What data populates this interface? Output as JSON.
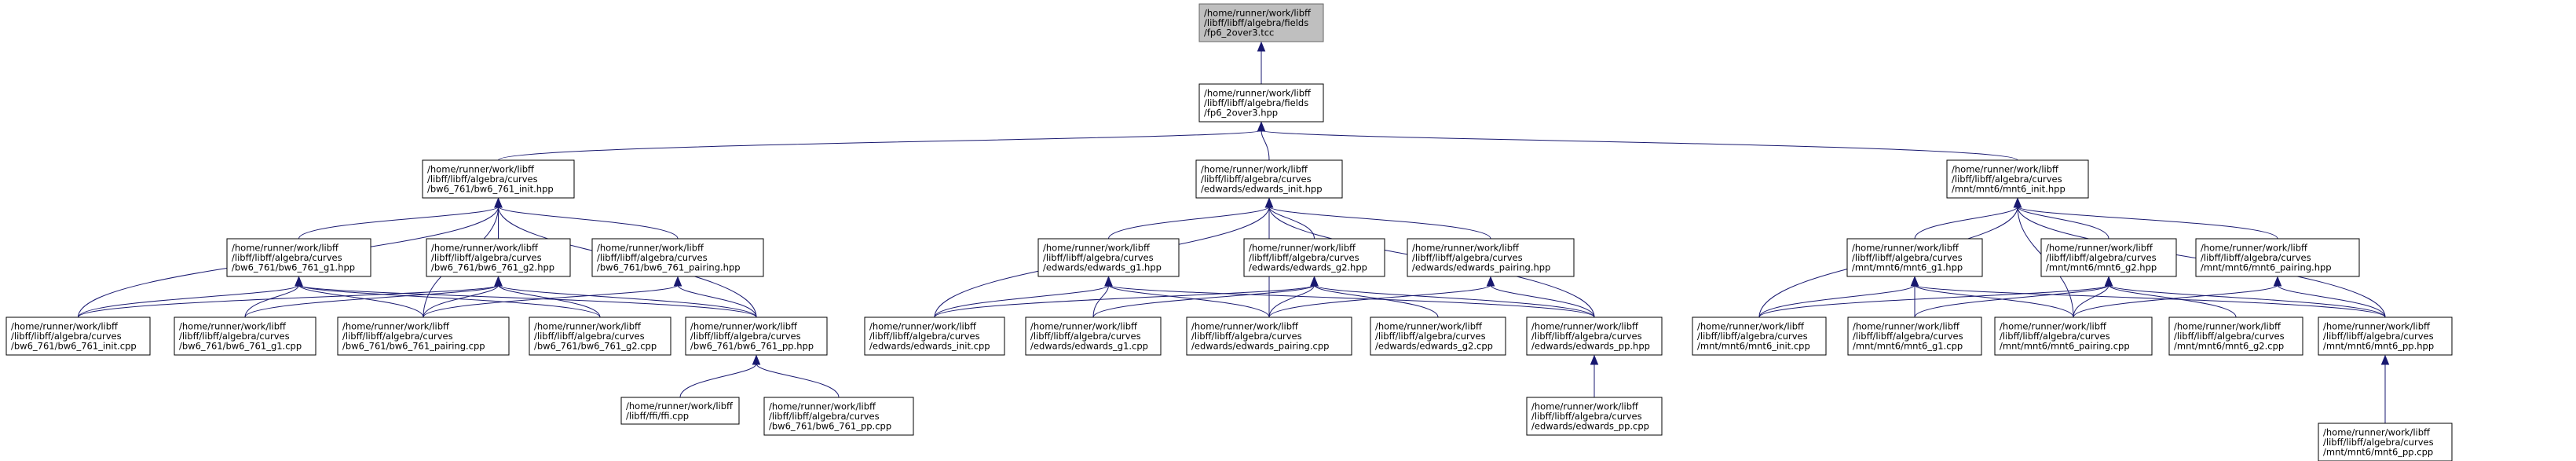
{
  "colors": {
    "edge": "#191970",
    "root_fill": "#bfbfbf",
    "root_border": "#666666",
    "node_fill": "#ffffff",
    "node_border": "#000000"
  },
  "nodes": {
    "fp6_2over3_tcc": [
      "/home/runner/work/libff",
      "/libff/libff/algebra/fields",
      "/fp6_2over3.tcc"
    ],
    "fp6_2over3_hpp": [
      "/home/runner/work/libff",
      "/libff/libff/algebra/fields",
      "/fp6_2over3.hpp"
    ],
    "bw6_init_hpp": [
      "/home/runner/work/libff",
      "/libff/libff/algebra/curves",
      "/bw6_761/bw6_761_init.hpp"
    ],
    "edwards_init_hpp": [
      "/home/runner/work/libff",
      "/libff/libff/algebra/curves",
      "/edwards/edwards_init.hpp"
    ],
    "mnt6_init_hpp": [
      "/home/runner/work/libff",
      "/libff/libff/algebra/curves",
      "/mnt/mnt6/mnt6_init.hpp"
    ],
    "bw6_g1_hpp": [
      "/home/runner/work/libff",
      "/libff/libff/algebra/curves",
      "/bw6_761/bw6_761_g1.hpp"
    ],
    "bw6_g2_hpp": [
      "/home/runner/work/libff",
      "/libff/libff/algebra/curves",
      "/bw6_761/bw6_761_g2.hpp"
    ],
    "bw6_pairing_hpp": [
      "/home/runner/work/libff",
      "/libff/libff/algebra/curves",
      "/bw6_761/bw6_761_pairing.hpp"
    ],
    "edwards_g1_hpp": [
      "/home/runner/work/libff",
      "/libff/libff/algebra/curves",
      "/edwards/edwards_g1.hpp"
    ],
    "edwards_g2_hpp": [
      "/home/runner/work/libff",
      "/libff/libff/algebra/curves",
      "/edwards/edwards_g2.hpp"
    ],
    "edwards_pairing_hpp": [
      "/home/runner/work/libff",
      "/libff/libff/algebra/curves",
      "/edwards/edwards_pairing.hpp"
    ],
    "mnt6_g1_hpp": [
      "/home/runner/work/libff",
      "/libff/libff/algebra/curves",
      "/mnt/mnt6/mnt6_g1.hpp"
    ],
    "mnt6_g2_hpp": [
      "/home/runner/work/libff",
      "/libff/libff/algebra/curves",
      "/mnt/mnt6/mnt6_g2.hpp"
    ],
    "mnt6_pairing_hpp": [
      "/home/runner/work/libff",
      "/libff/libff/algebra/curves",
      "/mnt/mnt6/mnt6_pairing.hpp"
    ],
    "bw6_init_cpp": [
      "/home/runner/work/libff",
      "/libff/libff/algebra/curves",
      "/bw6_761/bw6_761_init.cpp"
    ],
    "bw6_g1_cpp": [
      "/home/runner/work/libff",
      "/libff/libff/algebra/curves",
      "/bw6_761/bw6_761_g1.cpp"
    ],
    "bw6_pairing_cpp": [
      "/home/runner/work/libff",
      "/libff/libff/algebra/curves",
      "/bw6_761/bw6_761_pairing.cpp"
    ],
    "bw6_g2_cpp": [
      "/home/runner/work/libff",
      "/libff/libff/algebra/curves",
      "/bw6_761/bw6_761_g2.cpp"
    ],
    "bw6_pp_hpp": [
      "/home/runner/work/libff",
      "/libff/libff/algebra/curves",
      "/bw6_761/bw6_761_pp.hpp"
    ],
    "edwards_init_cpp": [
      "/home/runner/work/libff",
      "/libff/libff/algebra/curves",
      "/edwards/edwards_init.cpp"
    ],
    "edwards_g1_cpp": [
      "/home/runner/work/libff",
      "/libff/libff/algebra/curves",
      "/edwards/edwards_g1.cpp"
    ],
    "edwards_pairing_cpp": [
      "/home/runner/work/libff",
      "/libff/libff/algebra/curves",
      "/edwards/edwards_pairing.cpp"
    ],
    "edwards_g2_cpp": [
      "/home/runner/work/libff",
      "/libff/libff/algebra/curves",
      "/edwards/edwards_g2.cpp"
    ],
    "edwards_pp_hpp": [
      "/home/runner/work/libff",
      "/libff/libff/algebra/curves",
      "/edwards/edwards_pp.hpp"
    ],
    "mnt6_init_cpp": [
      "/home/runner/work/libff",
      "/libff/libff/algebra/curves",
      "/mnt/mnt6/mnt6_init.cpp"
    ],
    "mnt6_g1_cpp": [
      "/home/runner/work/libff",
      "/libff/libff/algebra/curves",
      "/mnt/mnt6/mnt6_g1.cpp"
    ],
    "mnt6_pairing_cpp": [
      "/home/runner/work/libff",
      "/libff/libff/algebra/curves",
      "/mnt/mnt6/mnt6_pairing.cpp"
    ],
    "mnt6_g2_cpp": [
      "/home/runner/work/libff",
      "/libff/libff/algebra/curves",
      "/mnt/mnt6/mnt6_g2.cpp"
    ],
    "mnt6_pp_hpp": [
      "/home/runner/work/libff",
      "/libff/libff/algebra/curves",
      "/mnt/mnt6/mnt6_pp.hpp"
    ],
    "ffi_cpp": [
      "/home/runner/work/libff",
      "/libff/ffi/ffi.cpp"
    ],
    "bw6_pp_cpp": [
      "/home/runner/work/libff",
      "/libff/libff/algebra/curves",
      "/bw6_761/bw6_761_pp.cpp"
    ],
    "edwards_pp_cpp": [
      "/home/runner/work/libff",
      "/libff/libff/algebra/curves",
      "/edwards/edwards_pp.cpp"
    ],
    "mnt6_pp_cpp": [
      "/home/runner/work/libff",
      "/libff/libff/algebra/curves",
      "/mnt/mnt6/mnt6_pp.cpp"
    ]
  },
  "edges": [
    [
      "fp6_2over3_hpp",
      "fp6_2over3_tcc"
    ],
    [
      "bw6_init_hpp",
      "fp6_2over3_hpp"
    ],
    [
      "edwards_init_hpp",
      "fp6_2over3_hpp"
    ],
    [
      "mnt6_init_hpp",
      "fp6_2over3_hpp"
    ],
    [
      "bw6_g1_hpp",
      "bw6_init_hpp"
    ],
    [
      "bw6_g2_hpp",
      "bw6_init_hpp"
    ],
    [
      "bw6_pairing_hpp",
      "bw6_init_hpp"
    ],
    [
      "bw6_init_cpp",
      "bw6_init_hpp"
    ],
    [
      "bw6_pairing_cpp",
      "bw6_init_hpp"
    ],
    [
      "bw6_pp_hpp",
      "bw6_init_hpp"
    ],
    [
      "bw6_init_cpp",
      "bw6_g1_hpp"
    ],
    [
      "bw6_g1_cpp",
      "bw6_g1_hpp"
    ],
    [
      "bw6_pairing_cpp",
      "bw6_g1_hpp"
    ],
    [
      "bw6_g2_cpp",
      "bw6_g1_hpp"
    ],
    [
      "bw6_pp_hpp",
      "bw6_g1_hpp"
    ],
    [
      "bw6_init_cpp",
      "bw6_g2_hpp"
    ],
    [
      "bw6_g1_cpp",
      "bw6_g2_hpp"
    ],
    [
      "bw6_pairing_cpp",
      "bw6_g2_hpp"
    ],
    [
      "bw6_g2_cpp",
      "bw6_g2_hpp"
    ],
    [
      "bw6_pp_hpp",
      "bw6_g2_hpp"
    ],
    [
      "bw6_pairing_cpp",
      "bw6_pairing_hpp"
    ],
    [
      "bw6_pp_hpp",
      "bw6_pairing_hpp"
    ],
    [
      "ffi_cpp",
      "bw6_pp_hpp"
    ],
    [
      "bw6_pp_cpp",
      "bw6_pp_hpp"
    ],
    [
      "edwards_g1_hpp",
      "edwards_init_hpp"
    ],
    [
      "edwards_g2_hpp",
      "edwards_init_hpp"
    ],
    [
      "edwards_pairing_hpp",
      "edwards_init_hpp"
    ],
    [
      "edwards_init_cpp",
      "edwards_init_hpp"
    ],
    [
      "edwards_pairing_cpp",
      "edwards_init_hpp"
    ],
    [
      "edwards_pp_hpp",
      "edwards_init_hpp"
    ],
    [
      "edwards_init_cpp",
      "edwards_g1_hpp"
    ],
    [
      "edwards_g1_cpp",
      "edwards_g1_hpp"
    ],
    [
      "edwards_pairing_cpp",
      "edwards_g1_hpp"
    ],
    [
      "edwards_pp_hpp",
      "edwards_g1_hpp"
    ],
    [
      "edwards_init_cpp",
      "edwards_g2_hpp"
    ],
    [
      "edwards_g1_cpp",
      "edwards_g2_hpp"
    ],
    [
      "edwards_pairing_cpp",
      "edwards_g2_hpp"
    ],
    [
      "edwards_g2_cpp",
      "edwards_g2_hpp"
    ],
    [
      "edwards_pp_hpp",
      "edwards_g2_hpp"
    ],
    [
      "edwards_pairing_cpp",
      "edwards_pairing_hpp"
    ],
    [
      "edwards_pp_hpp",
      "edwards_pairing_hpp"
    ],
    [
      "edwards_pp_cpp",
      "edwards_pp_hpp"
    ],
    [
      "mnt6_g1_hpp",
      "mnt6_init_hpp"
    ],
    [
      "mnt6_g2_hpp",
      "mnt6_init_hpp"
    ],
    [
      "mnt6_pairing_hpp",
      "mnt6_init_hpp"
    ],
    [
      "mnt6_init_cpp",
      "mnt6_init_hpp"
    ],
    [
      "mnt6_pairing_cpp",
      "mnt6_init_hpp"
    ],
    [
      "mnt6_pp_hpp",
      "mnt6_init_hpp"
    ],
    [
      "mnt6_init_cpp",
      "mnt6_g1_hpp"
    ],
    [
      "mnt6_g1_cpp",
      "mnt6_g1_hpp"
    ],
    [
      "mnt6_pairing_cpp",
      "mnt6_g1_hpp"
    ],
    [
      "mnt6_pp_hpp",
      "mnt6_g1_hpp"
    ],
    [
      "mnt6_init_cpp",
      "mnt6_g2_hpp"
    ],
    [
      "mnt6_g1_cpp",
      "mnt6_g2_hpp"
    ],
    [
      "mnt6_pairing_cpp",
      "mnt6_g2_hpp"
    ],
    [
      "mnt6_g2_cpp",
      "mnt6_g2_hpp"
    ],
    [
      "mnt6_pp_hpp",
      "mnt6_g2_hpp"
    ],
    [
      "mnt6_pairing_cpp",
      "mnt6_pairing_hpp"
    ],
    [
      "mnt6_pp_hpp",
      "mnt6_pairing_hpp"
    ],
    [
      "mnt6_pp_cpp",
      "mnt6_pp_hpp"
    ]
  ]
}
